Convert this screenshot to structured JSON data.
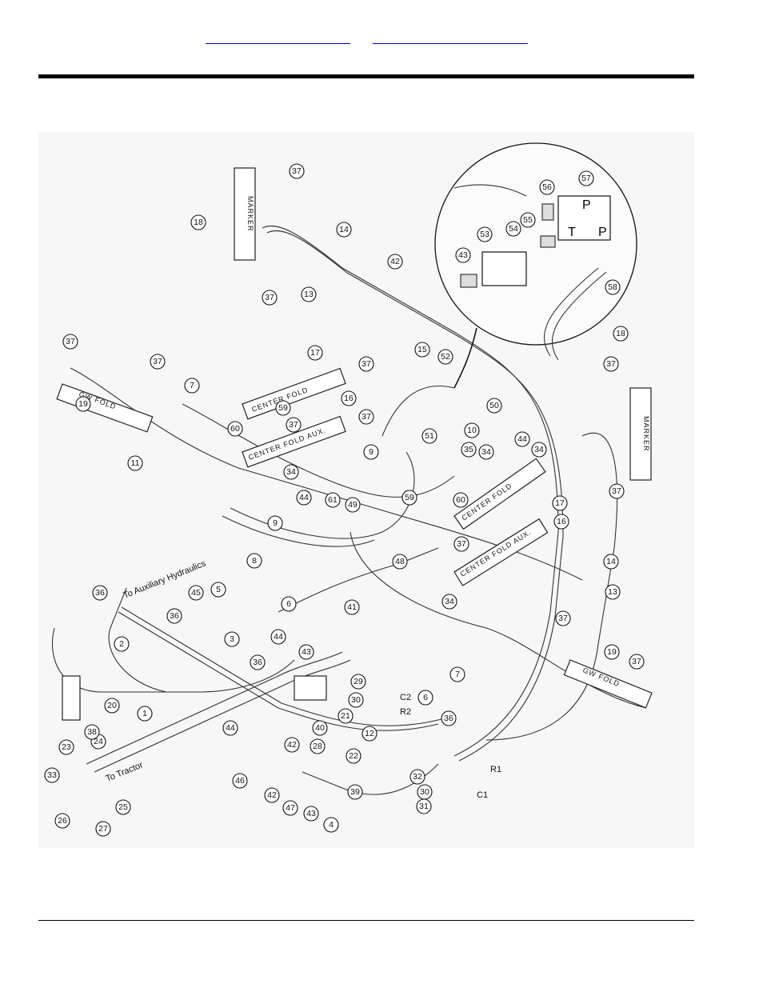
{
  "header": {
    "links": [
      {
        "label": ""
      },
      {
        "label": ""
      }
    ]
  },
  "diagram": {
    "callouts": [
      "1",
      "2",
      "3",
      "4",
      "5",
      "6",
      "7",
      "8",
      "9",
      "10",
      "11",
      "12",
      "13",
      "14",
      "15",
      "16",
      "17",
      "18",
      "19",
      "20",
      "21",
      "22",
      "23",
      "24",
      "25",
      "26",
      "27",
      "28",
      "29",
      "30",
      "31",
      "32",
      "33",
      "34",
      "35",
      "36",
      "37",
      "38",
      "39",
      "40",
      "41",
      "42",
      "43",
      "44",
      "45",
      "46",
      "47",
      "48",
      "49",
      "50",
      "51",
      "52",
      "53",
      "54",
      "55",
      "56",
      "57",
      "58",
      "59",
      "60",
      "61"
    ],
    "labels": {
      "c1": "C1",
      "c2": "C2",
      "r1": "R1",
      "r2": "R2",
      "aux": "To Auxiliary Hydraulics",
      "tractor": "To Tractor",
      "marker": "MARKER",
      "gw_fold": "GW FOLD",
      "center_fold": "CENTER FOLD",
      "center_fold_aux": "CENTER FOLD AUX.",
      "valve_p1": "P",
      "valve_p2": "P",
      "valve_t": "T"
    }
  }
}
